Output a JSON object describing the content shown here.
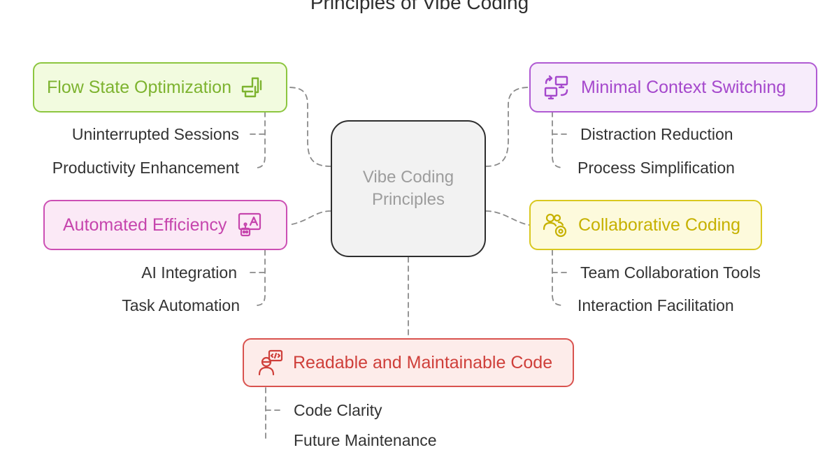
{
  "title": "Principles of Vibe Coding",
  "center": {
    "label": "Vibe Coding\nPrinciples"
  },
  "colors": {
    "green": "#8cc63f",
    "purple": "#b05ad3",
    "magenta": "#cc4fb4",
    "yellow": "#d4c11a",
    "red": "#d9534f",
    "connector": "#8a8a8a"
  },
  "branches": {
    "flow_state": {
      "label": "Flow State Optimization",
      "icon": "hand-pointer-icon",
      "children": [
        "Uninterrupted Sessions",
        "Productivity Enhancement"
      ]
    },
    "context_switching": {
      "label": "Minimal Context Switching",
      "icon": "switch-screens-icon",
      "children": [
        "Distraction Reduction",
        "Process Simplification"
      ]
    },
    "automated": {
      "label": "Automated Efficiency",
      "icon": "robot-assistant-icon",
      "children": [
        "AI Integration",
        "Task Automation"
      ]
    },
    "collaborative": {
      "label": "Collaborative Coding",
      "icon": "team-view-icon",
      "children": [
        "Team Collaboration Tools",
        "Interaction Facilitation"
      ]
    },
    "readable": {
      "label": "Readable and Maintainable Code",
      "icon": "developer-code-icon",
      "children": [
        "Code Clarity",
        "Future Maintenance"
      ]
    }
  }
}
